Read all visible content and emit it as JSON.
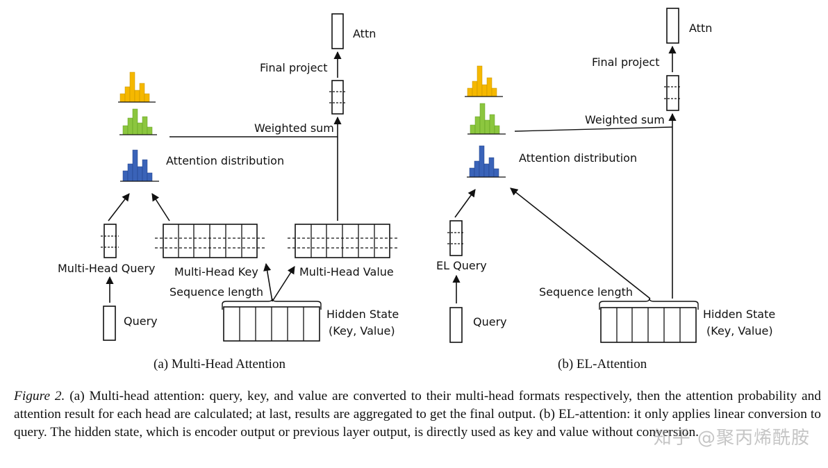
{
  "diagram_a": {
    "attn": "Attn",
    "final_project": "Final project",
    "weighted_sum": "Weighted sum",
    "attention_distribution": "Attention distribution",
    "multi_head_query": "Multi-Head Query",
    "multi_head_key": "Multi-Head Key",
    "multi_head_value": "Multi-Head Value",
    "sequence_length": "Sequence length",
    "query": "Query",
    "hidden_state_line1": "Hidden State",
    "hidden_state_line2": "(Key, Value)",
    "subcaption": "(a) Multi-Head Attention"
  },
  "diagram_b": {
    "attn": "Attn",
    "final_project": "Final project",
    "weighted_sum": "Weighted sum",
    "attention_distribution": "Attention distribution",
    "el_query": "EL Query",
    "sequence_length": "Sequence length",
    "query": "Query",
    "hidden_state_line1": "Hidden State",
    "hidden_state_line2": "(Key, Value)",
    "subcaption": "(b) EL-Attention"
  },
  "colors": {
    "yellow": "#f5b800",
    "green": "#8cc63f",
    "blue": "#3a63b8",
    "stroke": "#111111"
  },
  "caption": {
    "label": "Figure 2.",
    "text": "(a) Multi-head attention: query, key, and value are converted to their multi-head formats respectively, then the attention probability and attention result for each head are calculated; at last, results are aggregated to get the final output. (b) EL-attention: it only applies linear conversion to query. The hidden state, which is encoder output or previous layer output, is directly used as key and value without conversion."
  },
  "watermark": "知乎 @聚丙烯酰胺"
}
